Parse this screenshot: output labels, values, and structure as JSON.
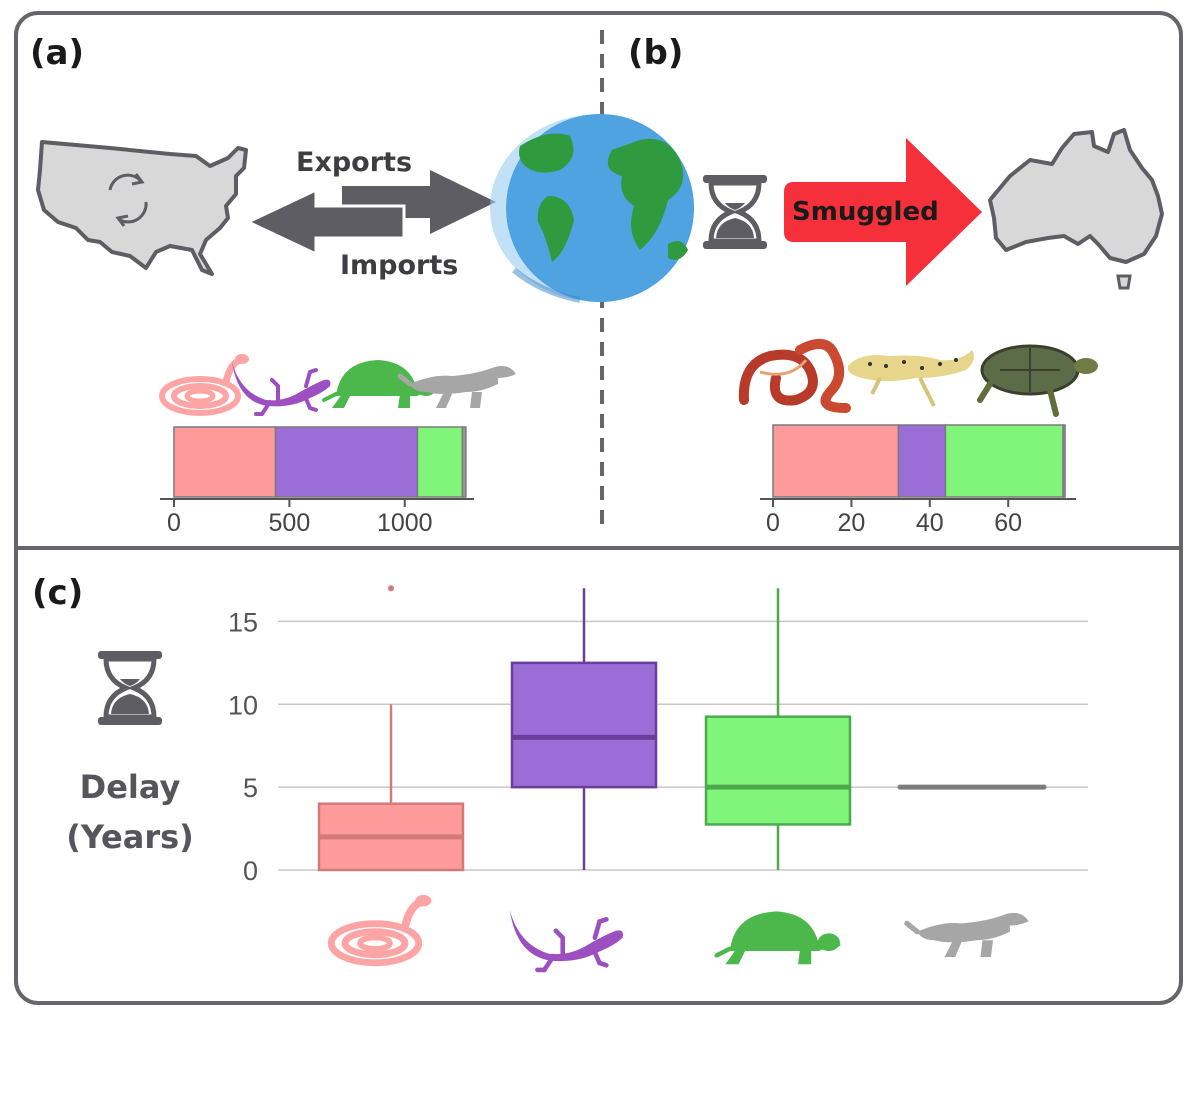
{
  "panels": {
    "a": {
      "label": "(a)"
    },
    "b": {
      "label": "(b)"
    },
    "c": {
      "label": "(c)"
    }
  },
  "flows": {
    "exports_label": "Exports",
    "imports_label": "Imports",
    "smuggled_label": "Smuggled"
  },
  "delay_label": {
    "line1": "Delay",
    "line2": "(Years)"
  },
  "colors": {
    "snake": "#fe9a9a",
    "lizard": "#9b6dd7",
    "turtle": "#80f57a",
    "crocodile": "#9a9a9a",
    "snake_icon": "#fda5a5",
    "lizard_icon": "#9b4fc0",
    "turtle_icon": "#4cb84c",
    "crocodile_icon": "#a6a6a6",
    "arrow_grey": "#5e5d63",
    "smuggle_red": "#f5303a",
    "frame": "#66656b"
  },
  "icons": [
    "snake-icon",
    "lizard-icon",
    "turtle-icon",
    "crocodile-icon",
    "hourglass-icon",
    "globe-icon",
    "usa-map-icon",
    "australia-map-icon"
  ],
  "chart_data": [
    {
      "type": "bar",
      "panel": "a",
      "orientation": "horizontal-stacked",
      "categories": [
        "snake",
        "lizard",
        "turtle",
        "crocodile"
      ],
      "values": [
        440,
        615,
        195,
        15
      ],
      "xlim": [
        0,
        1300
      ],
      "xticks": [
        "0",
        "500",
        "1000"
      ],
      "xtick_values": [
        0,
        500,
        1000
      ]
    },
    {
      "type": "bar",
      "panel": "b",
      "orientation": "horizontal-stacked",
      "categories": [
        "snake",
        "lizard",
        "turtle",
        "crocodile"
      ],
      "values": [
        32,
        12,
        30,
        0.5
      ],
      "xlim": [
        0,
        75
      ],
      "xticks": [
        "0",
        "20",
        "40",
        "60"
      ],
      "xtick_values": [
        0,
        20,
        40,
        60
      ]
    },
    {
      "type": "box",
      "panel": "c",
      "categories": [
        "snake",
        "lizard",
        "turtle",
        "crocodile"
      ],
      "ylim": [
        0,
        17.5
      ],
      "yticks": [
        "0",
        "5",
        "10",
        "15"
      ],
      "ytick_values": [
        0,
        5,
        10,
        15
      ],
      "grid": true,
      "boxes": [
        {
          "category": "snake",
          "min": 0,
          "q1": 0,
          "median": 2,
          "q3": 4,
          "max": 10,
          "outliers": [
            17
          ]
        },
        {
          "category": "lizard",
          "min": 0,
          "q1": 5,
          "median": 8,
          "q3": 12.5,
          "max": 17,
          "outliers": []
        },
        {
          "category": "turtle",
          "min": 0,
          "q1": 2.75,
          "median": 5,
          "q3": 9.25,
          "max": 17,
          "outliers": []
        },
        {
          "category": "crocodile",
          "min": 5,
          "q1": 5,
          "median": 5,
          "q3": 5,
          "max": 5,
          "outliers": []
        }
      ]
    }
  ]
}
